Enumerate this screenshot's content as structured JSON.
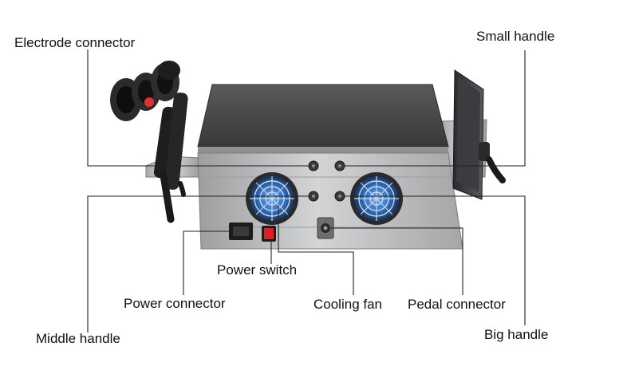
{
  "labels": {
    "electrode_connector": "Electrode connector",
    "small_handle": "Small handle",
    "power_switch": "Power switch",
    "power_connector": "Power connector",
    "cooling_fan": "Cooling fan",
    "pedal_connector": "Pedal connector",
    "middle_handle": "Middle handle",
    "big_handle": "Big handle"
  },
  "colors": {
    "leader_line": "#222222",
    "cabinet_top": "#4a4a4c",
    "cabinet_front": "#b4b6b8",
    "fan_blue": "#3f7fd0",
    "power_switch_red": "#e02020",
    "handle_dark": "#1c1c1c"
  }
}
